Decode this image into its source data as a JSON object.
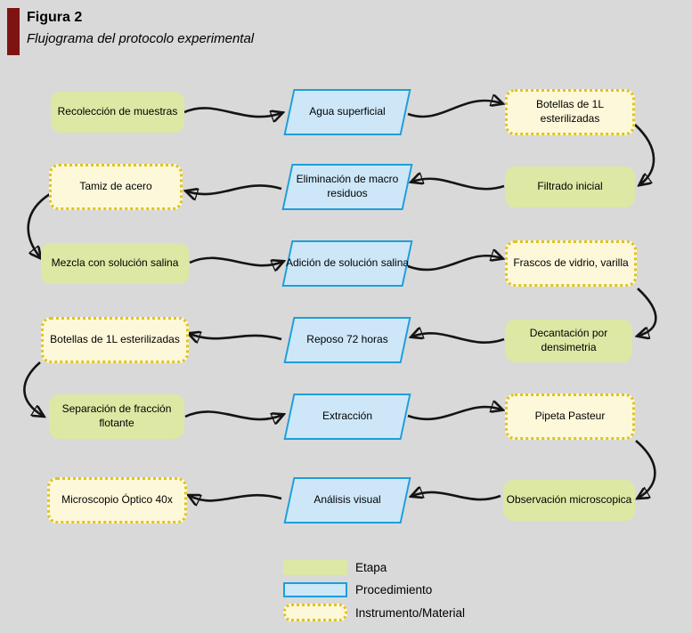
{
  "header": {
    "figure_label": "Figura 2",
    "caption": "Flujograma del protocolo experimental"
  },
  "colors": {
    "background": "#d9d9d9",
    "accent_bar": "#7e1411",
    "etapa_fill": "#dce8a4",
    "proc_fill": "#cde7f8",
    "proc_border": "#1e9ed9",
    "material_fill": "#fdf8da",
    "material_border": "#dfc41e",
    "arrow": "#141414"
  },
  "flowchart": {
    "rows": [
      {
        "nodes": [
          {
            "type": "etapa",
            "label": "Recolección de muestras"
          },
          {
            "type": "procedimiento",
            "label": "Agua superficial"
          },
          {
            "type": "material",
            "label": "Botellas de 1L esterilizadas"
          }
        ]
      },
      {
        "nodes": [
          {
            "type": "material",
            "label": "Tamiz de acero"
          },
          {
            "type": "procedimiento",
            "label": "Eliminación de macro residuos"
          },
          {
            "type": "etapa",
            "label": "Filtrado inicial"
          }
        ]
      },
      {
        "nodes": [
          {
            "type": "etapa",
            "label": "Mezcla con solución salina"
          },
          {
            "type": "procedimiento",
            "label": "Adición de solución salina"
          },
          {
            "type": "material",
            "label": "Frascos de vidrio, varilla"
          }
        ]
      },
      {
        "nodes": [
          {
            "type": "material",
            "label": "Botellas de 1L esterilizadas"
          },
          {
            "type": "procedimiento",
            "label": "Reposo 72 horas"
          },
          {
            "type": "etapa",
            "label": "Decantación por densimetria"
          }
        ]
      },
      {
        "nodes": [
          {
            "type": "etapa",
            "label": "Separación de fracción flotante"
          },
          {
            "type": "procedimiento",
            "label": "Extracción"
          },
          {
            "type": "material",
            "label": "Pipeta Pasteur"
          }
        ]
      },
      {
        "nodes": [
          {
            "type": "material",
            "label": "Microscopio Óptico 40x"
          },
          {
            "type": "procedimiento",
            "label": "Análisis visual"
          },
          {
            "type": "etapa",
            "label": "Observación microscopica"
          }
        ]
      }
    ]
  },
  "legend": {
    "items": [
      {
        "type": "etapa",
        "label": "Etapa"
      },
      {
        "type": "procedimiento",
        "label": "Procedimiento"
      },
      {
        "type": "material",
        "label": "Instrumento/Material"
      }
    ]
  }
}
